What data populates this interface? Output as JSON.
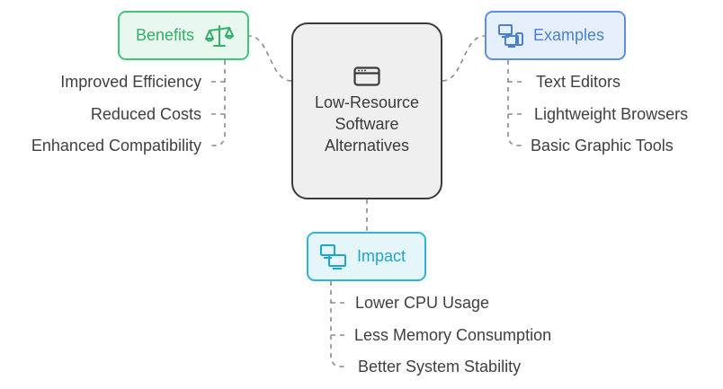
{
  "center": {
    "title": "Low-Resource Software Alternatives",
    "icon": "browser-window-icon"
  },
  "benefits": {
    "label": "Benefits",
    "icon": "balance-scale-icon",
    "color": "#43c37a",
    "items": [
      "Improved Efficiency",
      "Reduced Costs",
      "Enhanced Compatibility"
    ]
  },
  "examples": {
    "label": "Examples",
    "icon": "devices-icon",
    "color": "#5e8fde",
    "items": [
      "Text Editors",
      "Lightweight Browsers",
      "Basic Graphic Tools"
    ]
  },
  "impact": {
    "label": "Impact",
    "icon": "monitors-icon",
    "color": "#2fb3da",
    "items": [
      "Lower CPU Usage",
      "Less Memory Consumption",
      "Better System Stability"
    ]
  }
}
